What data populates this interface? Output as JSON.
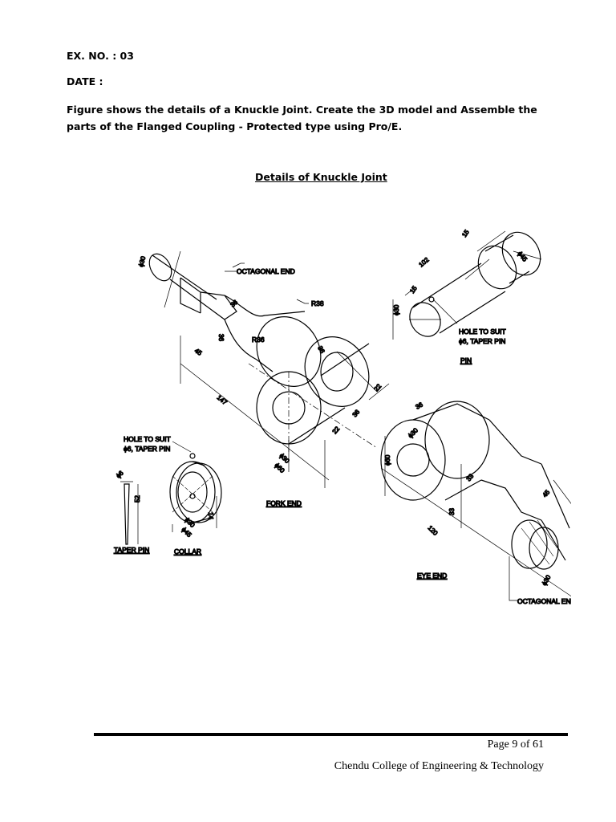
{
  "header": {
    "ex_no": "EX. NO. : 03",
    "date": "DATE :"
  },
  "description": "Figure shows the details of a Knuckle Joint.   Create the 3D model and Assemble the parts of the Flanged Coupling - Protected type using Pro/E.",
  "figure_title": "Details of Knuckle Joint",
  "drawing": {
    "labels": {
      "octagonal_end_top": "OCTAGONAL END",
      "r38": "R38",
      "r36": "R36",
      "fork_end": "FORK END",
      "pin": "PIN",
      "hole_to_suit_pin_1": "HOLE TO SUIT",
      "hole_to_suit_pin_2": "ϕ6, TAPER PIN",
      "hole_to_suit_collar_1": "HOLE TO SUIT",
      "hole_to_suit_collar_2": "ϕ6, TAPER PIN",
      "taper_pin": "TAPER PIN",
      "collar": "COLLAR",
      "eye_end": "EYE END",
      "octagonal_end_bottom": "OCTAGONAL END"
    },
    "dimensions": {
      "fork_d30": "ϕ30",
      "fork_36a": "36",
      "fork_36b": "36",
      "fork_45": "45",
      "fork_147": "147",
      "fork_36c": "36",
      "fork_22a": "22",
      "fork_22b": "22",
      "fork_36d": "36",
      "fork_phi30": "ϕ30",
      "fork_phi60": "ϕ60",
      "pin_15a": "15",
      "pin_102": "102",
      "pin_phi45": "ϕ45",
      "pin_15b": "15",
      "pin_phi30": "ϕ30",
      "collar_phi30": "ϕ30",
      "collar_phi45": "ϕ45",
      "collar_14": "14",
      "taper_phi6": "ϕ6",
      "taper_52": "52",
      "eye_36": "36",
      "eye_phi60": "ϕ60",
      "eye_phi30": "ϕ30",
      "eye_33a": "33",
      "eye_45": "45",
      "eye_33b": "33",
      "eye_120": "120",
      "eye_phi30b": "ϕ30"
    }
  },
  "footer": {
    "page": "Page 9 of 61",
    "college": "Chendu College of Engineering & Technology"
  }
}
